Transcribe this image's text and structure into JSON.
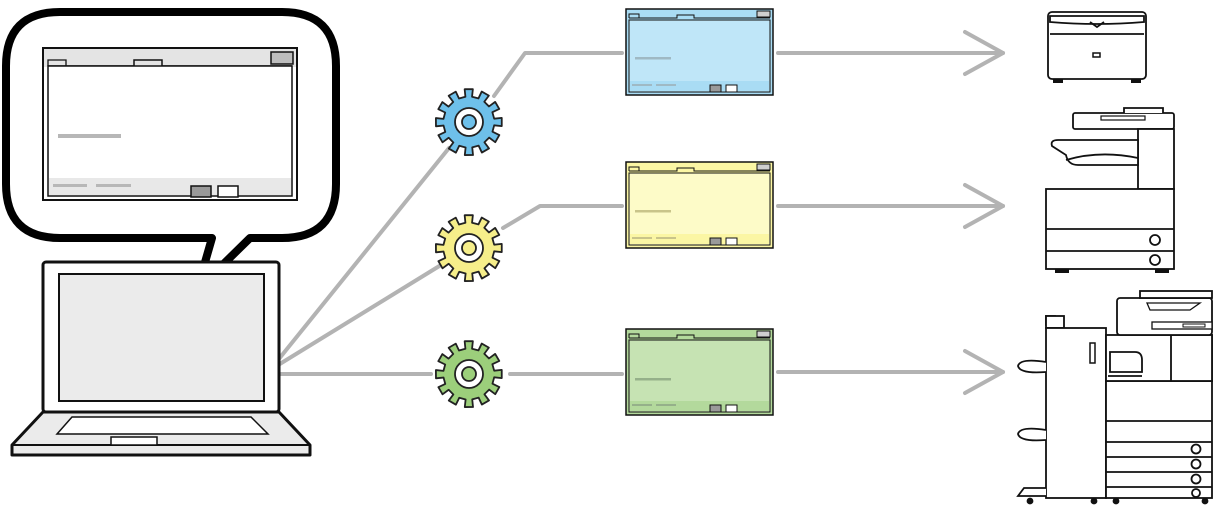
{
  "diagram": {
    "source": {
      "device": "laptop",
      "screen_window_icon": "driver-settings-window"
    },
    "routes": [
      {
        "key": "blue",
        "gear_color": "#6ec0ea",
        "window_fill": "#bfe6f8",
        "window_bar": "#a9dcf4",
        "target_device": "small-printer"
      },
      {
        "key": "yellow",
        "gear_color": "#f6ee8a",
        "window_fill": "#fdfbc8",
        "window_bar": "#fbf6a4",
        "target_device": "mid-size-printer"
      },
      {
        "key": "green",
        "gear_color": "#9ccf7b",
        "window_fill": "#c6e3b3",
        "window_bar": "#b3d99c",
        "target_device": "large-production-printer"
      }
    ],
    "colors": {
      "connector": "#b3b3b3",
      "outline": "#111111",
      "panel_grey": "#ececec",
      "window_grey": "#e6e6e6"
    }
  }
}
